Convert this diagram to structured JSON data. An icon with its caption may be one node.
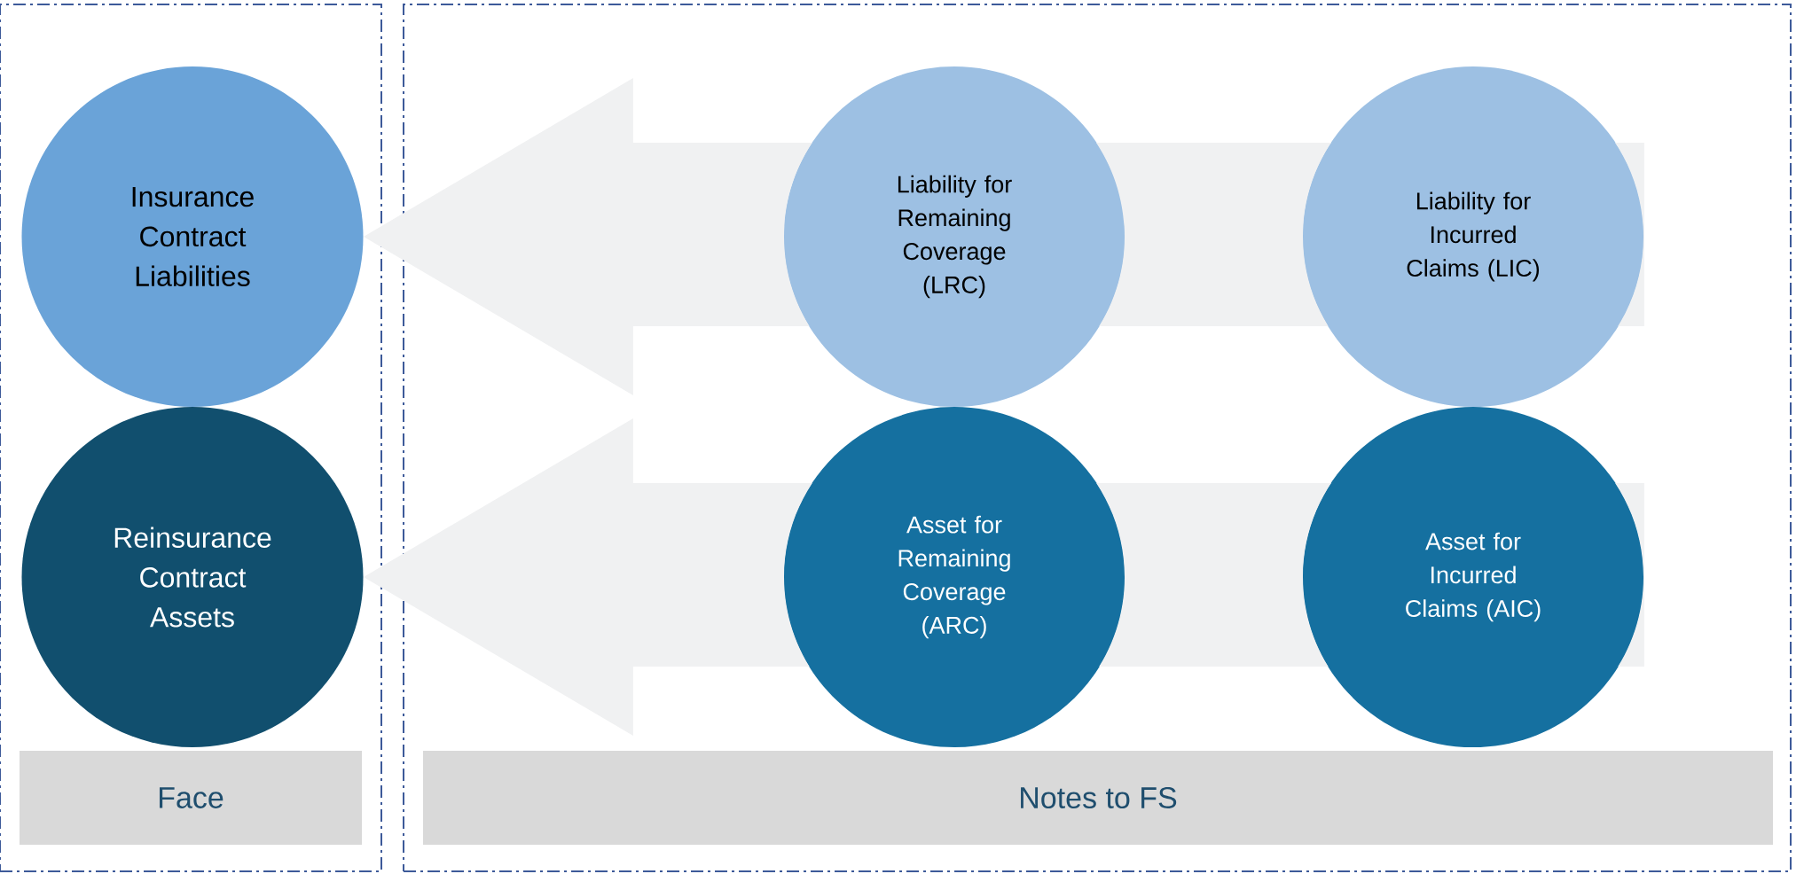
{
  "diagram": {
    "nodes": [
      {
        "text": [],
        "shape": "box"
      },
      {
        "text": [
          "Insurance Contract Liabilities"
        ],
        "in": 0
      },
      {
        "text": [
          "Reinsurance Contract Assets"
        ],
        "in": 0
      },
      {
        "text": [
          "Face"
        ],
        "in": 0
      },
      {
        "text": [],
        "shape": "box"
      },
      {
        "text": [
          "Liability for Remaining Coverage (LRC)"
        ],
        "in": 4
      },
      {
        "text": [
          "Liability for Incurred Claims (LIC)"
        ],
        "in": 4
      },
      {
        "text": [
          "Asset for Remaining Coverage (ARC)"
        ],
        "in": 4
      },
      {
        "text": [
          "Asset for Incurred Claims (AIC)"
        ],
        "in": 4
      },
      {
        "text": [
          "Notes to FS"
        ],
        "in": 4
      }
    ],
    "edges": [
      {
        "from": 6,
        "to": 1,
        "arrow": "to"
      },
      {
        "from": 8,
        "to": 2,
        "arrow": "to"
      }
    ]
  }
}
